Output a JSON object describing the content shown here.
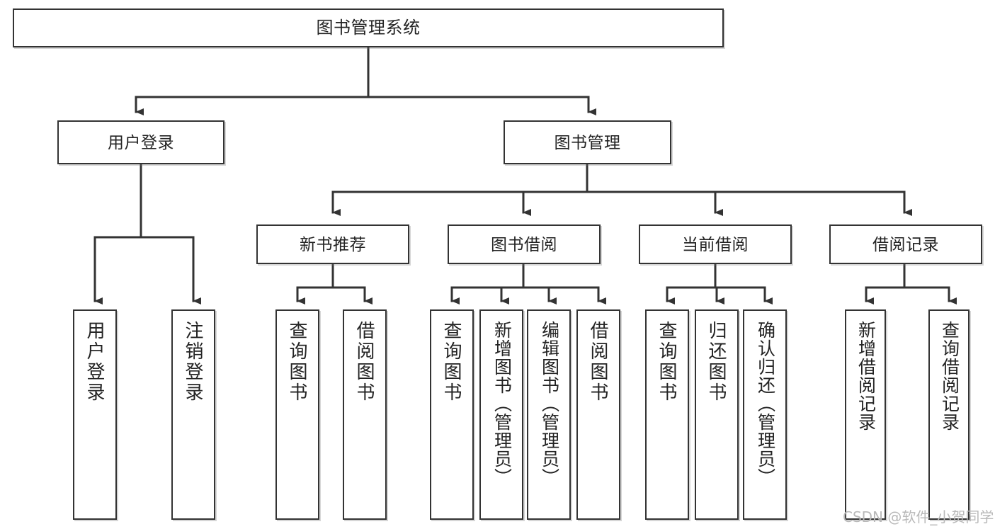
{
  "diagram": {
    "title": "图书管理系统",
    "type": "tree",
    "line_color": "#333333",
    "box_fill": "#ffffff",
    "box_border": "#333333",
    "watermark": "CSDN @软件_小贺同学"
  },
  "nodes": {
    "root": {
      "label": "图书管理系统"
    },
    "level2": [
      {
        "id": "user-login",
        "label": "用户登录"
      },
      {
        "id": "book-manage",
        "label": "图书管理"
      }
    ],
    "level3": [
      {
        "id": "new-book-rec",
        "label": "新书推荐"
      },
      {
        "id": "book-borrow",
        "label": "图书借阅"
      },
      {
        "id": "current-borrow",
        "label": "当前借阅"
      },
      {
        "id": "borrow-record",
        "label": "借阅记录"
      }
    ],
    "leaves": {
      "user_login": [
        {
          "id": "leaf-user-login",
          "label": "用户登录"
        },
        {
          "id": "leaf-logout",
          "label": "注销登录"
        }
      ],
      "new_book_rec": [
        {
          "id": "leaf-query-book-1",
          "label": "查询图书"
        },
        {
          "id": "leaf-borrow-book-1",
          "label": "借阅图书"
        }
      ],
      "book_borrow": [
        {
          "id": "leaf-query-book-2",
          "label": "查询图书"
        },
        {
          "id": "leaf-add-book",
          "label": "新增图书（管理员）"
        },
        {
          "id": "leaf-edit-book",
          "label": "编辑图书（管理员）"
        },
        {
          "id": "leaf-borrow-book-2",
          "label": "借阅图书"
        }
      ],
      "current_borrow": [
        {
          "id": "leaf-query-book-3",
          "label": "查询图书"
        },
        {
          "id": "leaf-return-book",
          "label": "归还图书"
        },
        {
          "id": "leaf-confirm-return",
          "label": "确认归还（管理员）"
        }
      ],
      "borrow_record": [
        {
          "id": "leaf-add-record",
          "label": "新增借阅记录"
        },
        {
          "id": "leaf-query-record",
          "label": "查询借阅记录"
        }
      ]
    }
  }
}
